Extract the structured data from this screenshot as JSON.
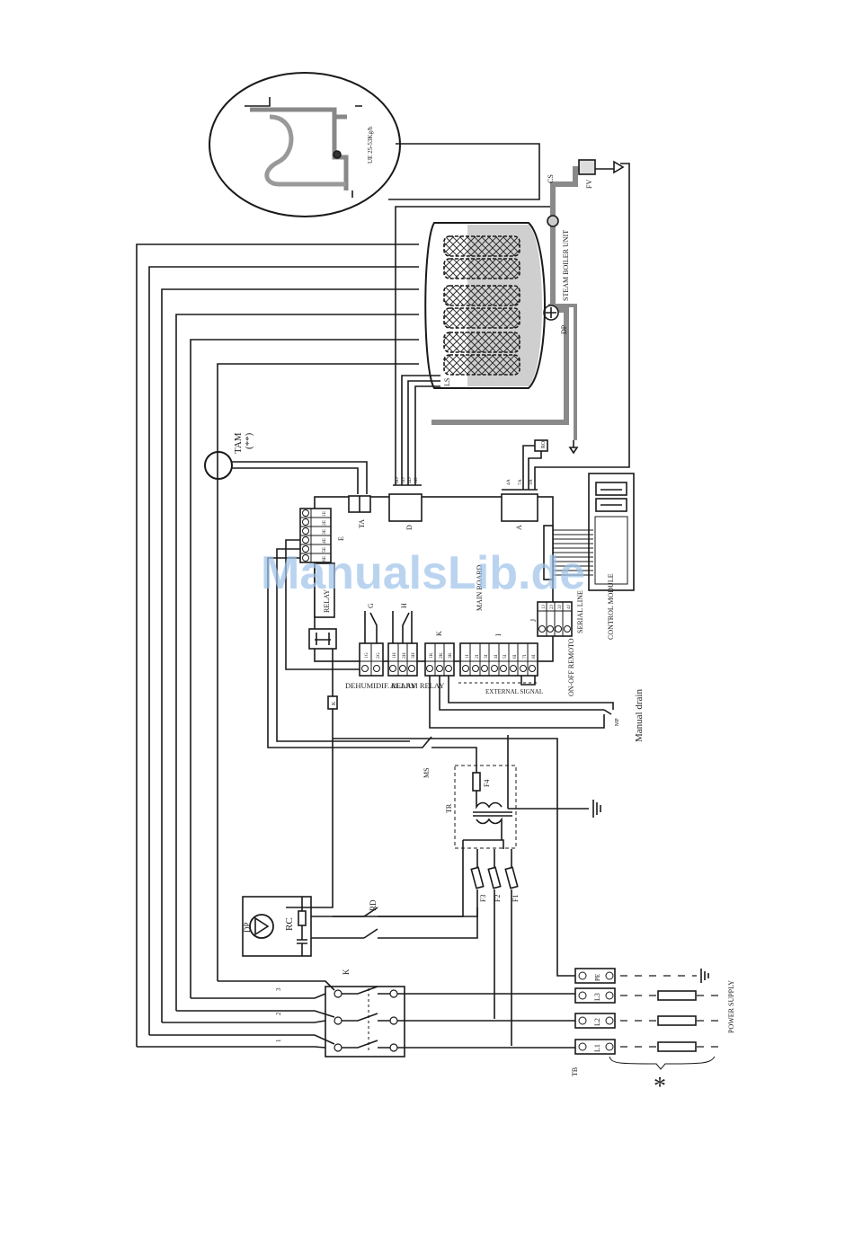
{
  "watermark": "ManualsLib.de",
  "labels": {
    "tam": "TAM",
    "tam_note": "(**)",
    "ue": "UE 25-53Kg/h",
    "cs": "CS",
    "fv": "FV",
    "steam_boiler": "STEAM BOILER UNIT",
    "dp_pump": "DP",
    "ls": "LS",
    "ro": "RO",
    "ta": "TA",
    "e": "E",
    "d": "D",
    "a": "A",
    "relay": "RELAY",
    "main_board": "MAIN BOARD",
    "g": "G",
    "h": "H",
    "k_board": "K",
    "i": "I",
    "j": "J",
    "serial_line": "SERIAL LINE",
    "control_module": "CONTROL MODULE",
    "dehumidif_relay": "DEHUMIDIF. RELAY",
    "alarm_relay": "ALARM RELAY",
    "external_signal": "EXTERNAL SIGNAL",
    "on_off_remote": "ON-OFF REMOTO",
    "manual_drain": "Manual drain",
    "mp": "MP",
    "ms": "MS",
    "tr": "TR",
    "f4": "F4",
    "f3": "F3",
    "f2": "F2",
    "f1": "F1",
    "rd": "RD",
    "dp_motor": "DP",
    "rc": "RC",
    "k_contactor": "K",
    "k_relay": "K",
    "wire1": "1",
    "wire2": "2",
    "wire3": "3",
    "pe": "PE",
    "l3": "L3",
    "l2": "L2",
    "l1": "L1",
    "tb": "TB",
    "power_supply": "POWER SUPPLY",
    "asterisk": "*"
  },
  "terminals": {
    "d": [
      "6D",
      "5D",
      "4D",
      "1D"
    ],
    "a": [
      "4A",
      "7A",
      "3A"
    ],
    "e": [
      "1E",
      "2E",
      "3E",
      "4E",
      "5E",
      "6E"
    ],
    "g": [
      "1G",
      "2G"
    ],
    "h": [
      "1H",
      "2H",
      "3H"
    ],
    "k": [
      "1K",
      "2K",
      "3K"
    ],
    "i": [
      "1I",
      "2I",
      "3I",
      "4I",
      "5I",
      "6I",
      "7I",
      "8I"
    ],
    "j": [
      "1J",
      "2J",
      "3J",
      "4J"
    ]
  },
  "colors": {
    "line": "#1a1a1a",
    "pipe": "#8a8a8a",
    "water": "#cfcfcf",
    "watermark": "#9ec3ea"
  }
}
